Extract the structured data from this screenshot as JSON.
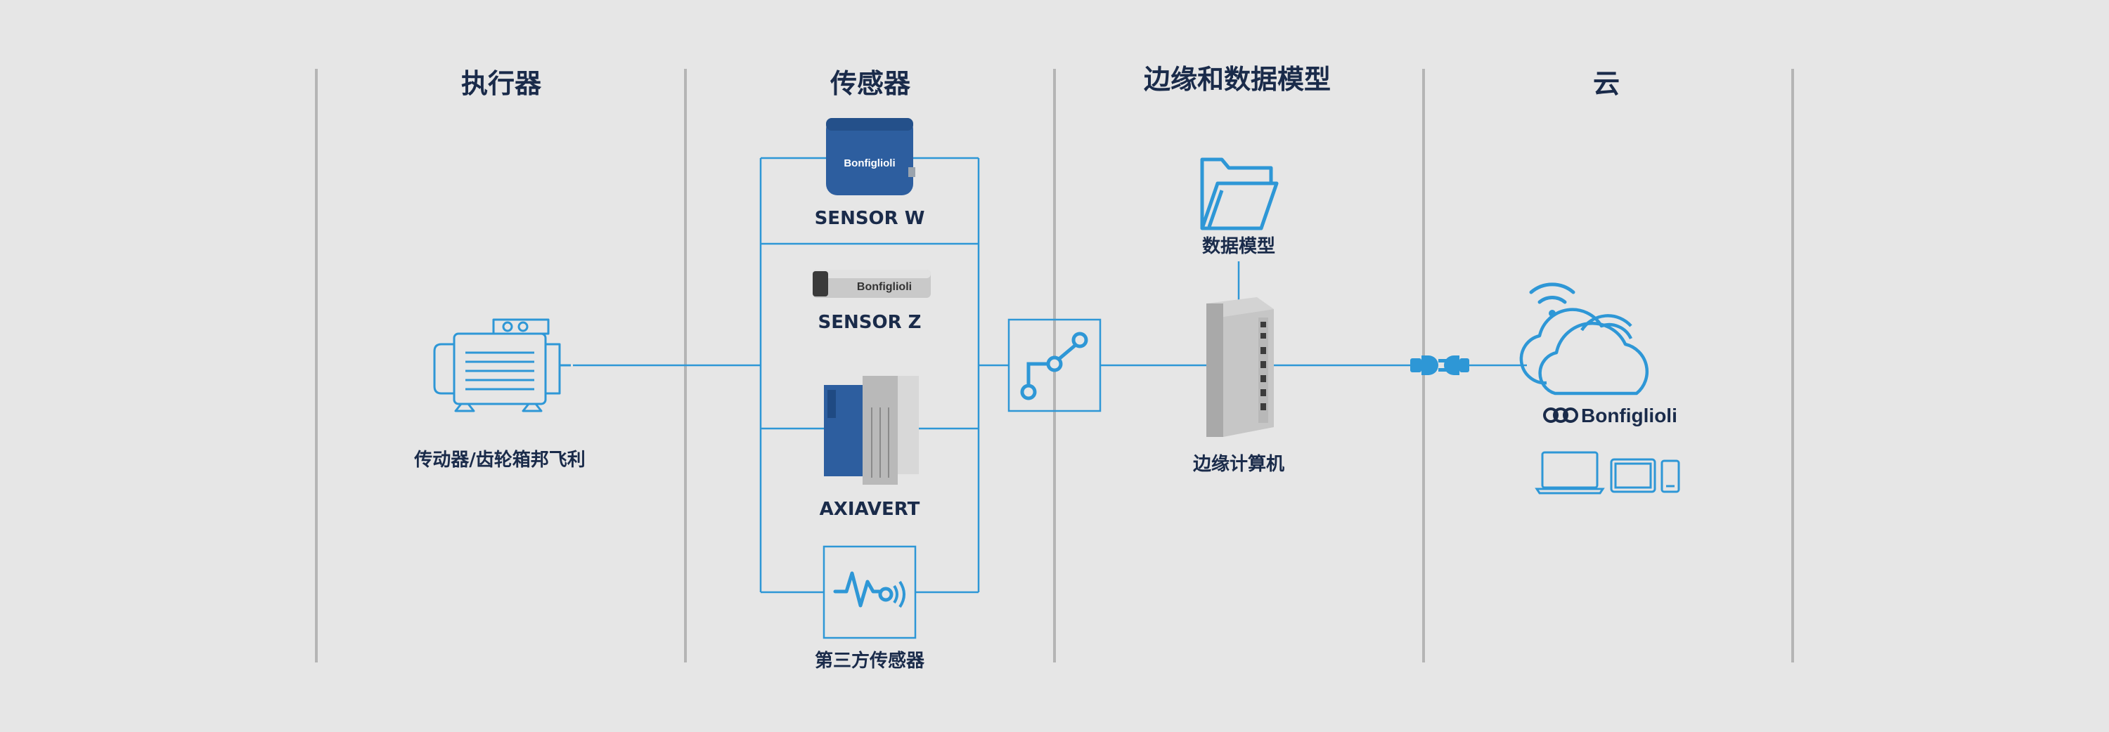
{
  "columns": {
    "actuator": "执行器",
    "sensor": "传感器",
    "edge": "边缘和数据模型",
    "cloud": "云"
  },
  "labels": {
    "motor": "传动器/齿轮箱邦飞利",
    "sensor_w": "SENSOR W",
    "sensor_z": "SENSOR Z",
    "axiavert": "AXIAVERT",
    "third_party": "第三方传感器",
    "data_model": "数据模型",
    "edge_computer": "边缘计算机"
  },
  "brand": {
    "logo_text": "Bonfiglioli",
    "sensor_w_logo": "Bonfiglioli",
    "sensor_z_logo": "Bonfiglioli"
  },
  "icons": {
    "motor": "electric-motor-icon",
    "sensor_w": "sensor-w-device",
    "sensor_z": "sensor-z-device",
    "axiavert": "axiavert-drive-device",
    "third_party": "vibration-sensor-icon",
    "gateway": "network-node-icon",
    "data_model": "folder-icon",
    "edge": "edge-computer-device",
    "plug": "power-plug-icon",
    "wifi": "wifi-icon",
    "cloud": "cloud-icon",
    "devices": [
      "laptop-icon",
      "tablet-icon",
      "phone-icon"
    ]
  },
  "colors": {
    "background": "#e6e6e6",
    "line": "#2e97d6",
    "divider": "#b5b5b5",
    "text": "#1a2b4a",
    "device_blue": "#2d5e9f"
  }
}
